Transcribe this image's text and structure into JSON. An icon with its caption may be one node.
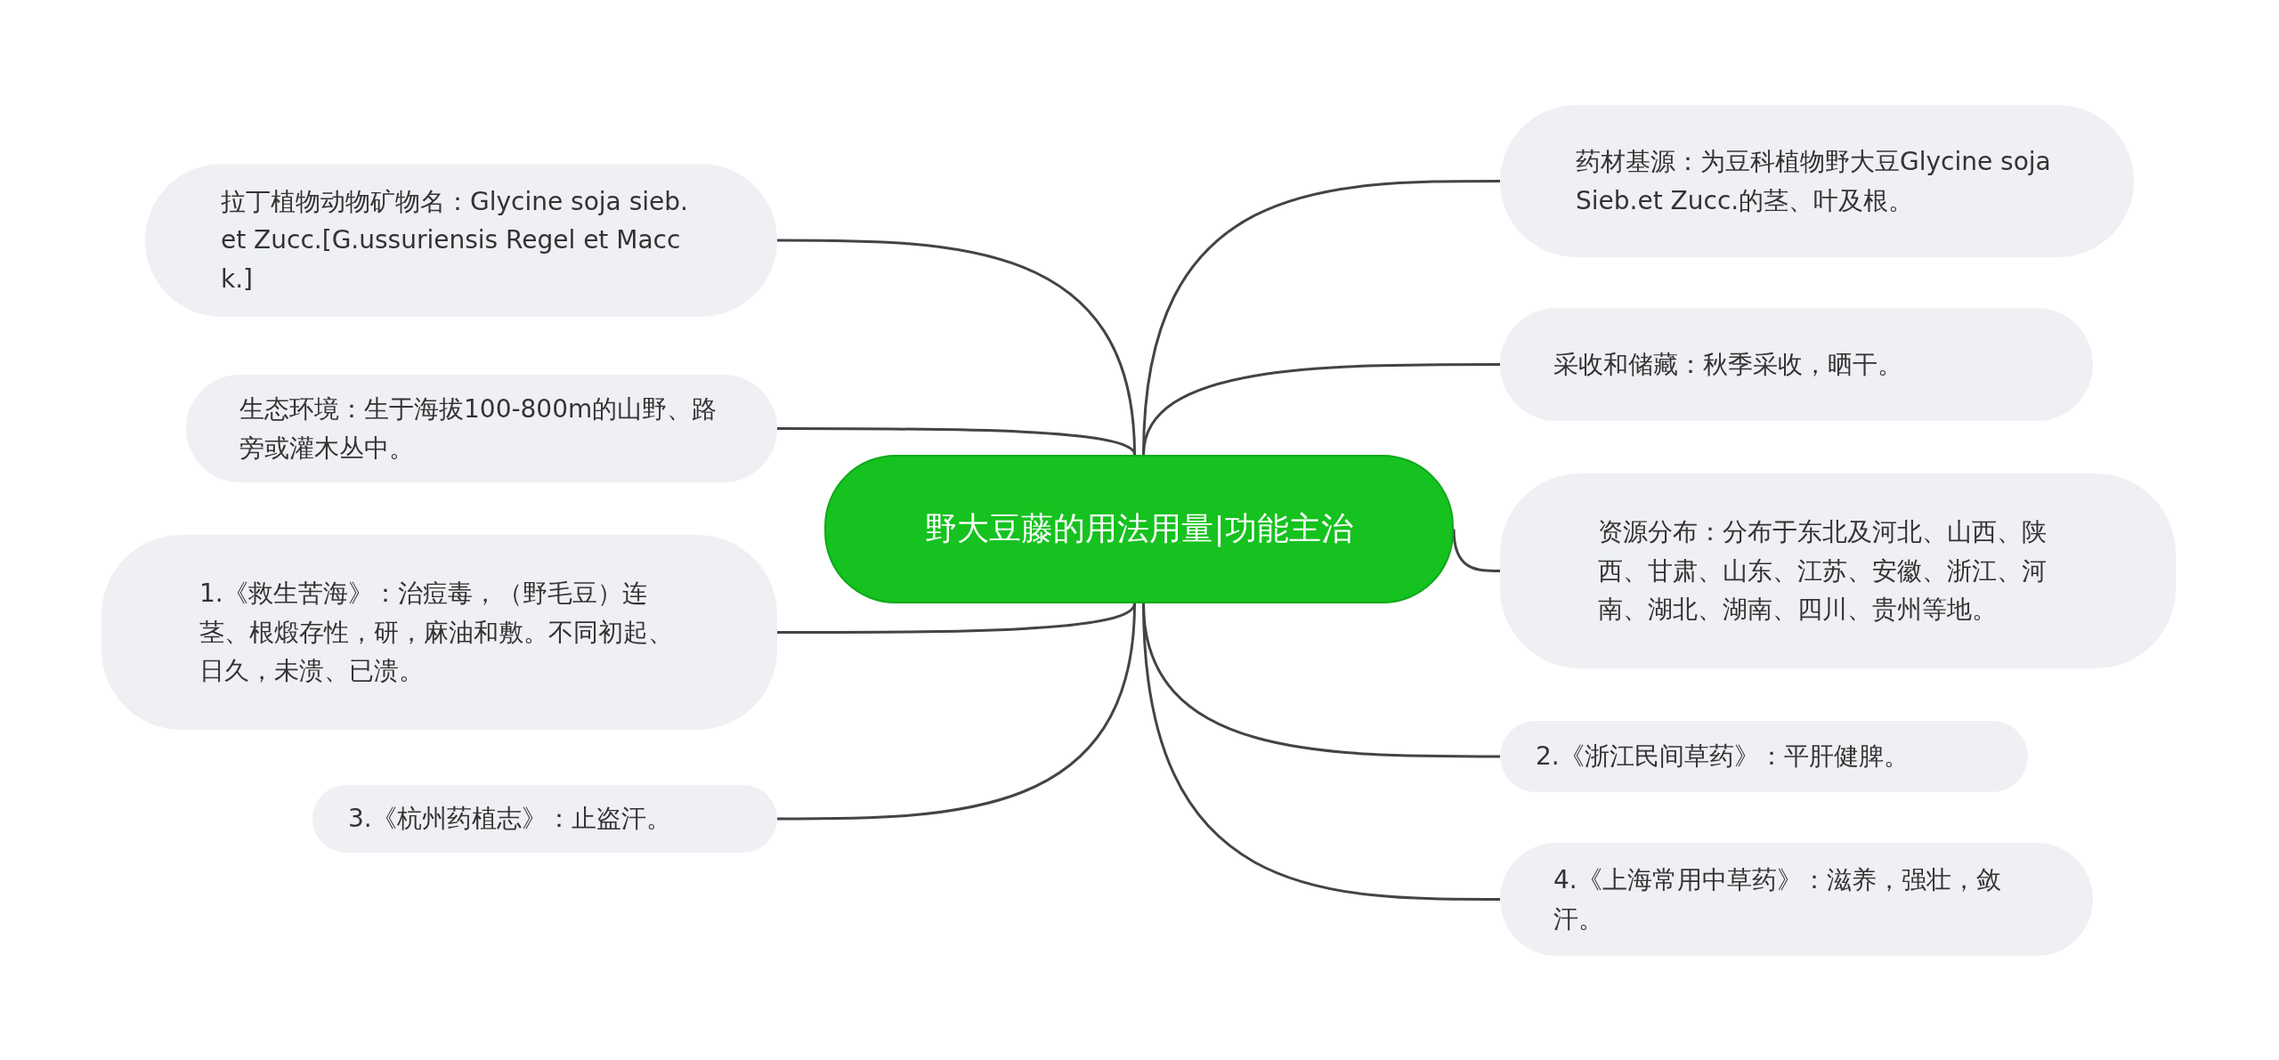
{
  "diagram": {
    "nodes": [
      {
        "text": [
          "野大豆藤的用法用量|功能主治"
        ]
      },
      {
        "text": [
          "拉丁植物动物矿物名：Glycine soja sieb.et Zucc.[G.ussuriensis Regel et Macck.]"
        ]
      },
      {
        "text": [
          "生态环境：生于海拔100-800m的山野、路旁或灌木丛中。"
        ]
      },
      {
        "text": [
          "1.《救生苦海》：治痘毒，（野毛豆）连茎、根煅存性，研，麻油和敷。不同初起、日久，未溃、已溃。"
        ]
      },
      {
        "text": [
          "3.《杭州药植志》：止盗汗。"
        ]
      },
      {
        "text": [
          "药材基源：为豆科植物野大豆Glycine soja Sieb.et Zucc.的茎、叶及根。"
        ]
      },
      {
        "text": [
          "采收和储藏：秋季采收，晒干。"
        ]
      },
      {
        "text": [
          "资源分布：分布于东北及河北、山西、陕西、甘肃、山东、江苏、安徽、浙江、河南、湖北、湖南、四川、贵州等地。"
        ]
      },
      {
        "text": [
          "2.《浙江民间草药》：平肝健脾。"
        ]
      },
      {
        "text": [
          "4.《上海常用中草药》：滋养，强壮，敛汗。"
        ]
      }
    ],
    "edges": [
      {
        "from": 0,
        "to": 1,
        "arrow": "none"
      },
      {
        "from": 0,
        "to": 2,
        "arrow": "none"
      },
      {
        "from": 0,
        "to": 3,
        "arrow": "none"
      },
      {
        "from": 0,
        "to": 4,
        "arrow": "none"
      },
      {
        "from": 0,
        "to": 5,
        "arrow": "none"
      },
      {
        "from": 0,
        "to": 6,
        "arrow": "none"
      },
      {
        "from": 0,
        "to": 7,
        "arrow": "none"
      },
      {
        "from": 0,
        "to": 8,
        "arrow": "none"
      },
      {
        "from": 0,
        "to": 9,
        "arrow": "none"
      }
    ]
  }
}
